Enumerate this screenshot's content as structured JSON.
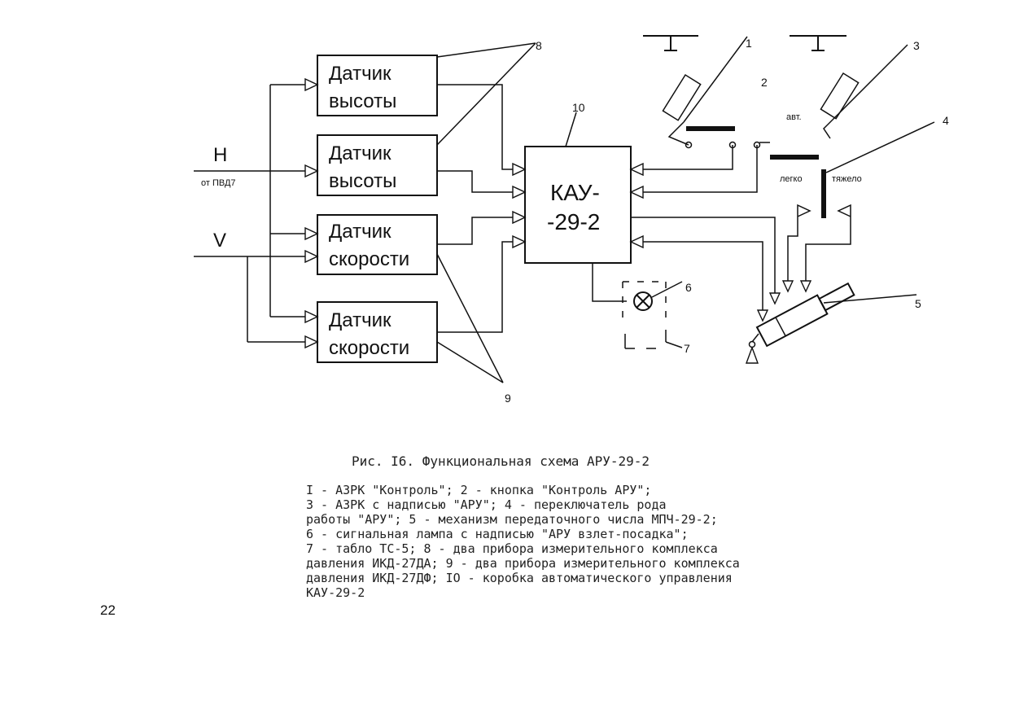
{
  "blocks": {
    "sensor_alt_1": [
      "Датчик",
      "высоты"
    ],
    "sensor_alt_2": [
      "Датчик",
      "высоты"
    ],
    "sensor_speed_1": [
      "Датчик",
      "скорости"
    ],
    "sensor_speed_2": [
      "Датчик",
      "скорости"
    ],
    "kau": [
      "КАУ-",
      "-29-2"
    ]
  },
  "signals": {
    "h": "H",
    "h_source": "от ПВД7",
    "v": "V"
  },
  "switch_labels": {
    "avt": "авт.",
    "legko": "легко",
    "tyazhelo": "тяжело"
  },
  "callouts": [
    "1",
    "2",
    "3",
    "4",
    "5",
    "6",
    "7",
    "8",
    "9",
    "10"
  ],
  "caption": {
    "title": "Рис. I6. Функциональная схема АРУ-29-2",
    "legend_lines": [
      "I - АЗРК \"Контроль\"; 2 - кнопка \"Контроль АРУ\";",
      "3 - АЗРК с надписью \"АРУ\"; 4 - переключатель рода",
      "работы \"АРУ\"; 5 - механизм передаточного числа МПЧ-29-2;",
      "6 - сигнальная лампа с надписью \"АРУ взлет-посадка\";",
      "7 - табло ТС-5; 8 - два прибора измерительного комплекса",
      "давления ИКД-27ДА; 9 - два прибора измерительного комплекса",
      "давления ИКД-27ДФ; IO - коробка автоматического управления",
      "КАУ-29-2"
    ]
  },
  "page_number": "22"
}
